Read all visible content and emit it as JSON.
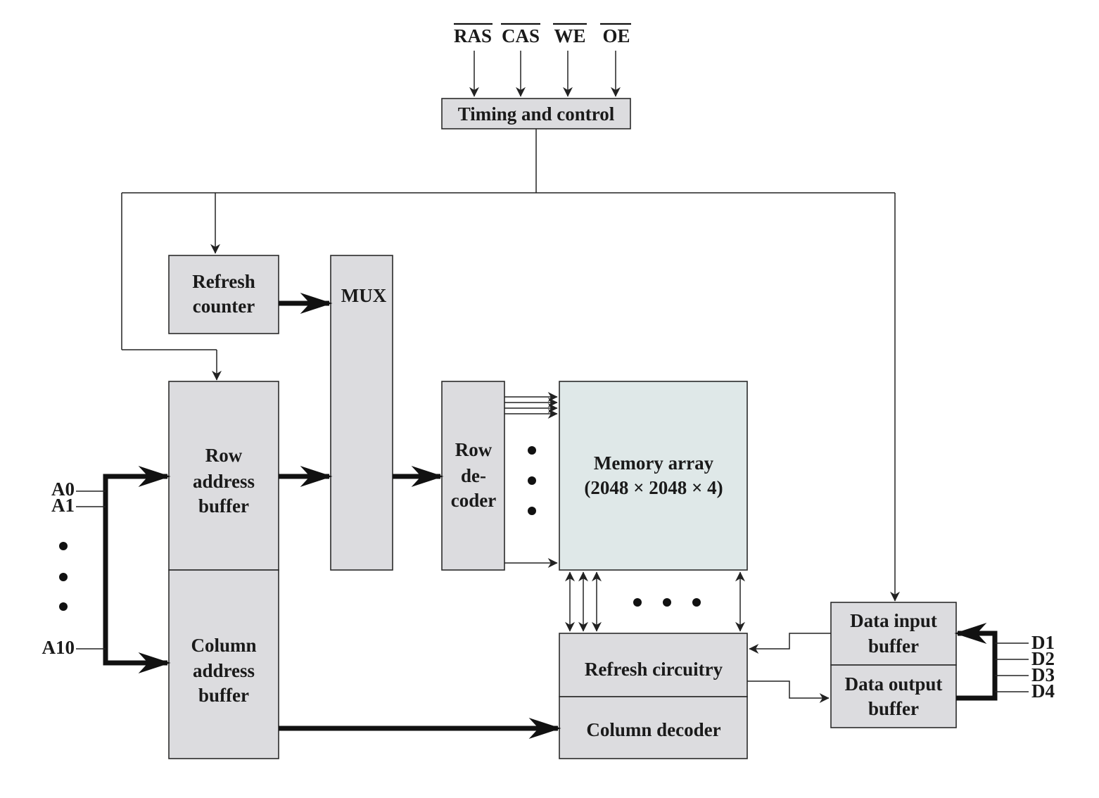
{
  "control_signals": [
    "RAS",
    "CAS",
    "WE",
    "OE"
  ],
  "blocks": {
    "timing_control": "Timing and control",
    "refresh_counter": [
      "Refresh",
      "counter"
    ],
    "mux": "MUX",
    "row_address_buffer": [
      "Row",
      "address",
      "buffer"
    ],
    "column_address_buffer": [
      "Column",
      "address",
      "buffer"
    ],
    "row_decoder": [
      "Row",
      "de-",
      "coder"
    ],
    "memory_array": [
      "Memory array",
      "(2048 × 2048 × 4)"
    ],
    "refresh_circuitry": "Refresh circuitry",
    "column_decoder": "Column decoder",
    "data_input_buffer": [
      "Data input",
      "buffer"
    ],
    "data_output_buffer": [
      "Data output",
      "buffer"
    ]
  },
  "address_pins": [
    "A0",
    "A1",
    "A10"
  ],
  "data_pins": [
    "D1",
    "D2",
    "D3",
    "D4"
  ]
}
